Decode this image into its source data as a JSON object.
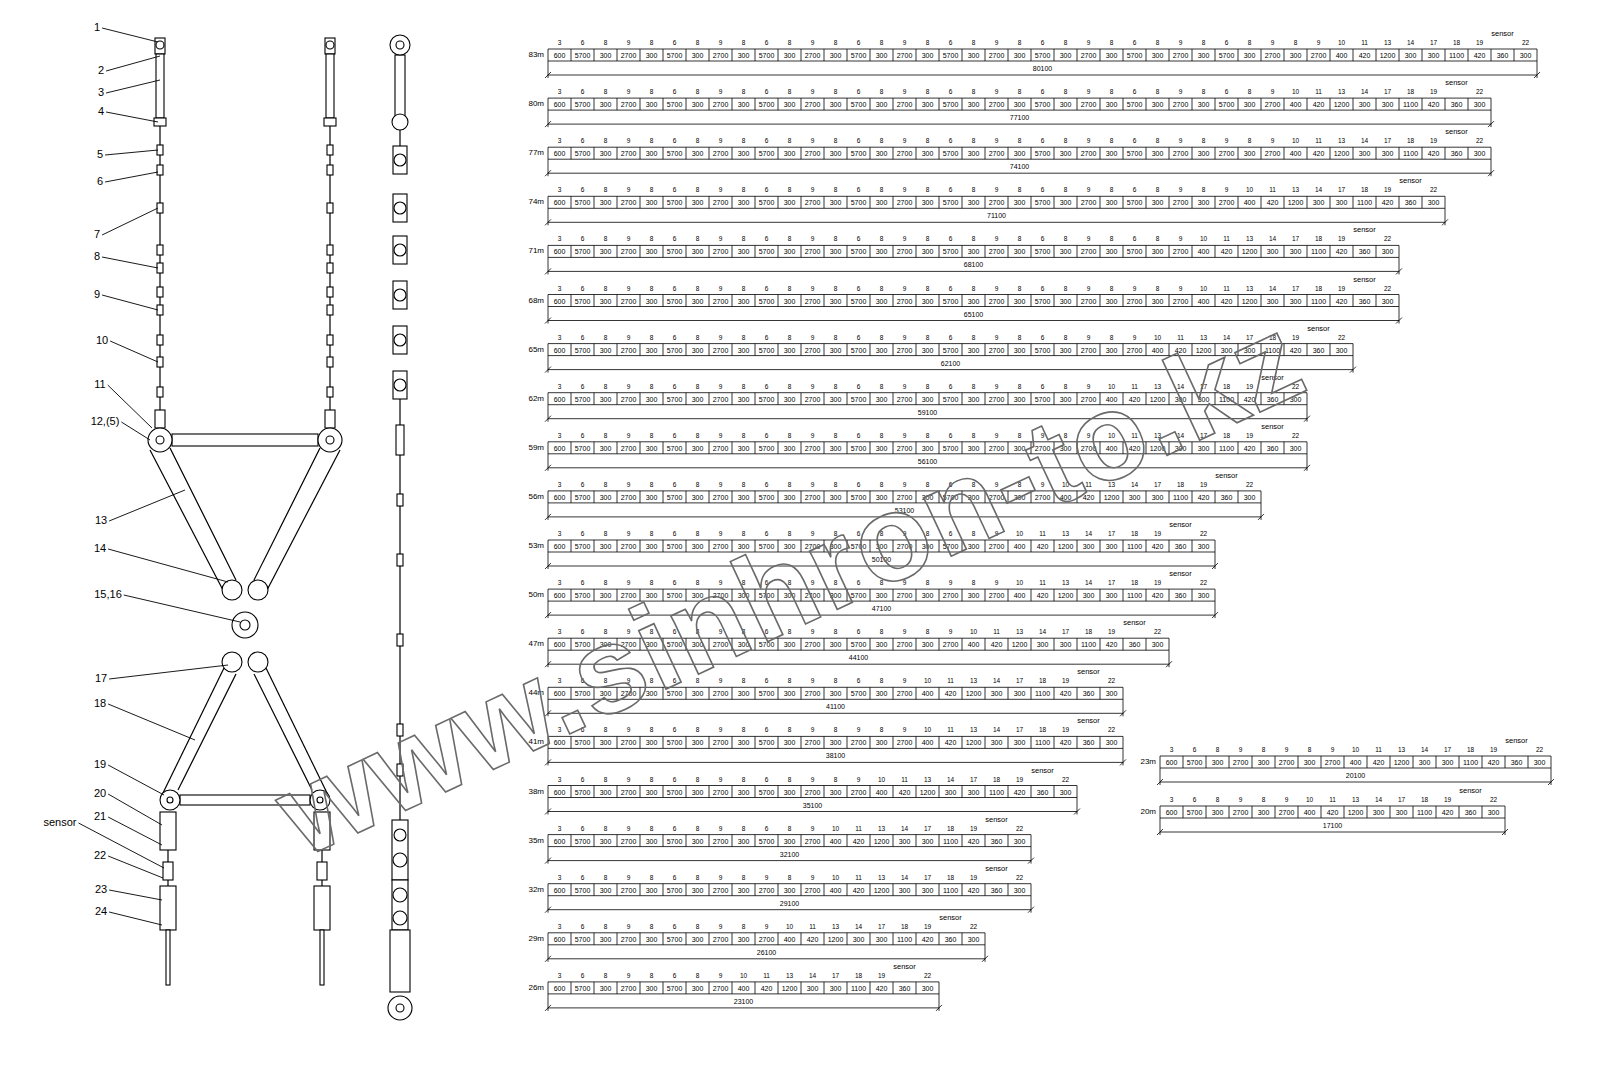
{
  "diagram": {
    "labels": [
      "1",
      "2",
      "3",
      "4",
      "5",
      "6",
      "7",
      "8",
      "9",
      "10",
      "11",
      "12,(5)",
      "13",
      "14",
      "15,16",
      "17",
      "18",
      "19",
      "20",
      "21",
      "sensor",
      "22",
      "23",
      "24",
      "83m",
      "3",
      "600",
      "6",
      "5700",
      "8",
      "300",
      "9",
      "2700",
      "8",
      "300",
      "6",
      "5700",
      "8",
      "300",
      "9",
      "2700",
      "8",
      "300",
      "6",
      "5700",
      "8",
      "300",
      "9",
      "2700",
      "8",
      "300",
      "6",
      "5700",
      "8",
      "300",
      "9",
      "2700",
      "8",
      "300",
      "6",
      "5700",
      "8",
      "300",
      "9",
      "2700",
      "8",
      "300",
      "6",
      "5700",
      "8",
      "300",
      "9",
      "2700",
      "8",
      "300",
      "6",
      "5700",
      "8",
      "300",
      "9",
      "2700",
      "8",
      "300",
      "6",
      "5700",
      "8",
      "300",
      "9",
      "2700",
      "8",
      "300",
      "9",
      "2700",
      "10",
      "400",
      "11",
      "420",
      "13",
      "1200",
      "14",
      "300",
      "17",
      "300",
      "18",
      "1100",
      "19",
      "420",
      "sensor",
      "360",
      "22",
      "300",
      "80100",
      "80m",
      "3",
      "600",
      "6",
      "5700",
      "8",
      "300",
      "9",
      "2700",
      "8",
      "300",
      "6",
      "5700",
      "8",
      "300",
      "9",
      "2700",
      "8",
      "300",
      "6",
      "5700",
      "8",
      "300",
      "9",
      "2700",
      "8",
      "300",
      "6",
      "5700",
      "8",
      "300",
      "9",
      "2700",
      "8",
      "300",
      "6",
      "5700",
      "8",
      "300",
      "9",
      "2700",
      "8",
      "300",
      "6",
      "5700",
      "8",
      "300",
      "9",
      "2700",
      "8",
      "300",
      "6",
      "5700",
      "8",
      "300",
      "9",
      "2700",
      "8",
      "300",
      "6",
      "5700",
      "8",
      "300",
      "9",
      "2700",
      "10",
      "400",
      "11",
      "420",
      "13",
      "1200",
      "14",
      "300",
      "17",
      "300",
      "18",
      "1100",
      "19",
      "420",
      "sensor",
      "360",
      "22",
      "300",
      "77100",
      "77m",
      "3",
      "600",
      "6",
      "5700",
      "8",
      "300",
      "9",
      "2700",
      "8",
      "300",
      "6",
      "5700",
      "8",
      "300",
      "9",
      "2700",
      "8",
      "300",
      "6",
      "5700",
      "8",
      "300",
      "9",
      "2700",
      "8",
      "300",
      "6",
      "5700",
      "8",
      "300",
      "9",
      "2700",
      "8",
      "300",
      "6",
      "5700",
      "8",
      "300",
      "9",
      "2700",
      "8",
      "300",
      "6",
      "5700",
      "8",
      "300",
      "9",
      "2700",
      "8",
      "300",
      "6",
      "5700",
      "8",
      "300",
      "9",
      "2700",
      "8",
      "300",
      "9",
      "2700",
      "8",
      "300",
      "9",
      "2700",
      "10",
      "400",
      "11",
      "420",
      "13",
      "1200",
      "14",
      "300",
      "17",
      "300",
      "18",
      "1100",
      "19",
      "420",
      "sensor",
      "360",
      "22",
      "300",
      "74100",
      "74m",
      "3",
      "600",
      "6",
      "5700",
      "8",
      "300",
      "9",
      "2700",
      "8",
      "300",
      "6",
      "5700",
      "8",
      "300",
      "9",
      "2700",
      "8",
      "300",
      "6",
      "5700",
      "8",
      "300",
      "9",
      "2700",
      "8",
      "300",
      "6",
      "5700",
      "8",
      "300",
      "9",
      "2700",
      "8",
      "300",
      "6",
      "5700",
      "8",
      "300",
      "9",
      "2700",
      "8",
      "300",
      "6",
      "5700",
      "8",
      "300",
      "9",
      "2700",
      "8",
      "300",
      "6",
      "5700",
      "8",
      "300",
      "9",
      "2700",
      "8",
      "300",
      "9",
      "2700",
      "10",
      "400",
      "11",
      "420",
      "13",
      "1200",
      "14",
      "300",
      "17",
      "300",
      "18",
      "1100",
      "19",
      "420",
      "sensor",
      "360",
      "22",
      "300",
      "71100",
      "71m",
      "3",
      "600",
      "6",
      "5700",
      "8",
      "300",
      "9",
      "2700",
      "8",
      "300",
      "6",
      "5700",
      "8",
      "300",
      "9",
      "2700",
      "8",
      "300",
      "6",
      "5700",
      "8",
      "300",
      "9",
      "2700",
      "8",
      "300",
      "6",
      "5700",
      "8",
      "300",
      "9",
      "2700",
      "8",
      "300",
      "6",
      "5700",
      "8",
      "300",
      "9",
      "2700",
      "8",
      "300",
      "6",
      "5700",
      "8",
      "300",
      "9",
      "2700",
      "8",
      "300",
      "6",
      "5700",
      "8",
      "300",
      "9",
      "2700",
      "10",
      "400",
      "11",
      "420",
      "13",
      "1200",
      "14",
      "300",
      "17",
      "300",
      "18",
      "1100",
      "19",
      "420",
      "sensor",
      "360",
      "22",
      "300",
      "68100",
      "68m",
      "3",
      "600",
      "6",
      "5700",
      "8",
      "300",
      "9",
      "2700",
      "8",
      "300",
      "6",
      "5700",
      "8",
      "300",
      "9",
      "2700",
      "8",
      "300",
      "6",
      "5700",
      "8",
      "300",
      "9",
      "2700",
      "8",
      "300",
      "6",
      "5700",
      "8",
      "300",
      "9",
      "2700",
      "8",
      "300",
      "6",
      "5700",
      "8",
      "300",
      "9",
      "2700",
      "8",
      "300",
      "6",
      "5700",
      "8",
      "300",
      "9",
      "2700",
      "8",
      "300",
      "9",
      "2700",
      "8",
      "300",
      "9",
      "2700",
      "10",
      "400",
      "11",
      "420",
      "13",
      "1200",
      "14",
      "300",
      "17",
      "300",
      "18",
      "1100",
      "19",
      "420",
      "sensor",
      "360",
      "22",
      "300",
      "65100",
      "65m",
      "3",
      "600",
      "6",
      "5700",
      "8",
      "300",
      "9",
      "2700",
      "8",
      "300",
      "6",
      "5700",
      "8",
      "300",
      "9",
      "2700",
      "8",
      "300",
      "6",
      "5700",
      "8",
      "300",
      "9",
      "2700",
      "8",
      "300",
      "6",
      "5700",
      "8",
      "300",
      "9",
      "2700",
      "8",
      "300",
      "6",
      "5700",
      "8",
      "300",
      "9",
      "2700",
      "8",
      "300",
      "6",
      "5700",
      "8",
      "300",
      "9",
      "2700",
      "8",
      "300",
      "9",
      "2700",
      "10",
      "400",
      "11",
      "420",
      "13",
      "1200",
      "14",
      "300",
      "17",
      "300",
      "18",
      "1100",
      "19",
      "420",
      "sensor",
      "360",
      "22",
      "300",
      "62100",
      "62m",
      "3",
      "600",
      "6",
      "5700",
      "8",
      "300",
      "9",
      "2700",
      "8",
      "300",
      "6",
      "5700",
      "8",
      "300",
      "9",
      "2700",
      "8",
      "300",
      "6",
      "5700",
      "8",
      "300",
      "9",
      "2700",
      "8",
      "300",
      "6",
      "5700",
      "8",
      "300",
      "9",
      "2700",
      "8",
      "300",
      "6",
      "5700",
      "8",
      "300",
      "9",
      "2700",
      "8",
      "300",
      "6",
      "5700",
      "8",
      "300",
      "9",
      "2700",
      "10",
      "400",
      "11",
      "420",
      "13",
      "1200",
      "14",
      "300",
      "17",
      "300",
      "18",
      "1100",
      "19",
      "420",
      "sensor",
      "360",
      "22",
      "300",
      "59100",
      "59m",
      "3",
      "600",
      "6",
      "5700",
      "8",
      "300",
      "9",
      "2700",
      "8",
      "300",
      "6",
      "5700",
      "8",
      "300",
      "9",
      "2700",
      "8",
      "300",
      "6",
      "5700",
      "8",
      "300",
      "9",
      "2700",
      "8",
      "300",
      "6",
      "5700",
      "8",
      "300",
      "9",
      "2700",
      "8",
      "300",
      "6",
      "5700",
      "8",
      "300",
      "9",
      "2700",
      "8",
      "300",
      "9",
      "2700",
      "8",
      "300",
      "9",
      "2700",
      "10",
      "400",
      "11",
      "420",
      "13",
      "1200",
      "14",
      "300",
      "17",
      "300",
      "18",
      "1100",
      "19",
      "420",
      "sensor",
      "360",
      "22",
      "300",
      "56100",
      "56m",
      "3",
      "600",
      "6",
      "5700",
      "8",
      "300",
      "9",
      "2700",
      "8",
      "300",
      "6",
      "5700",
      "8",
      "300",
      "9",
      "2700",
      "8",
      "300",
      "6",
      "5700",
      "8",
      "300",
      "9",
      "2700",
      "8",
      "300",
      "6",
      "5700",
      "8",
      "300",
      "9",
      "2700",
      "8",
      "300",
      "6",
      "5700",
      "8",
      "300",
      "9",
      "2700",
      "8",
      "300",
      "9",
      "2700",
      "10",
      "400",
      "11",
      "420",
      "13",
      "1200",
      "14",
      "300",
      "17",
      "300",
      "18",
      "1100",
      "19",
      "420",
      "sensor",
      "360",
      "22",
      "300",
      "53100",
      "53m",
      "3",
      "600",
      "6",
      "5700",
      "8",
      "300",
      "9",
      "2700",
      "8",
      "300",
      "6",
      "5700",
      "8",
      "300",
      "9",
      "2700",
      "8",
      "300",
      "6",
      "5700",
      "8",
      "300",
      "9",
      "2700",
      "8",
      "300",
      "6",
      "5700",
      "8",
      "300",
      "9",
      "2700",
      "8",
      "300",
      "6",
      "5700",
      "8",
      "300",
      "9",
      "2700",
      "10",
      "400",
      "11",
      "420",
      "13",
      "1200",
      "14",
      "300",
      "17",
      "300",
      "18",
      "1100",
      "19",
      "420",
      "sensor",
      "360",
      "22",
      "300",
      "50100",
      "50m",
      "3",
      "600",
      "6",
      "5700",
      "8",
      "300",
      "9",
      "2700",
      "8",
      "300",
      "6",
      "5700",
      "8",
      "300",
      "9",
      "2700",
      "8",
      "300",
      "6",
      "5700",
      "8",
      "300",
      "9",
      "2700",
      "8",
      "300",
      "6",
      "5700",
      "8",
      "300",
      "9",
      "2700",
      "8",
      "300",
      "9",
      "2700",
      "8",
      "300",
      "9",
      "2700",
      "10",
      "400",
      "11",
      "420",
      "13",
      "1200",
      "14",
      "300",
      "17",
      "300",
      "18",
      "1100",
      "19",
      "420",
      "sensor",
      "360",
      "22",
      "300",
      "47100",
      "47m",
      "3",
      "600",
      "6",
      "5700",
      "8",
      "300",
      "9",
      "2700",
      "8",
      "300",
      "6",
      "5700",
      "8",
      "300",
      "9",
      "2700",
      "8",
      "300",
      "6",
      "5700",
      "8",
      "300",
      "9",
      "2700",
      "8",
      "300",
      "6",
      "5700",
      "8",
      "300",
      "9",
      "2700",
      "8",
      "300",
      "9",
      "2700",
      "10",
      "400",
      "11",
      "420",
      "13",
      "1200",
      "14",
      "300",
      "17",
      "300",
      "18",
      "1100",
      "19",
      "420",
      "sensor",
      "360",
      "22",
      "300",
      "44100",
      "44m",
      "3",
      "600",
      "6",
      "5700",
      "8",
      "300",
      "9",
      "2700",
      "8",
      "300",
      "6",
      "5700",
      "8",
      "300",
      "9",
      "2700",
      "8",
      "300",
      "6",
      "5700",
      "8",
      "300",
      "9",
      "2700",
      "8",
      "300",
      "6",
      "5700",
      "8",
      "300",
      "9",
      "2700",
      "10",
      "400",
      "11",
      "420",
      "13",
      "1200",
      "14",
      "300",
      "17",
      "300",
      "18",
      "1100",
      "19",
      "420",
      "sensor",
      "360",
      "22",
      "300",
      "41100",
      "41m",
      "3",
      "600",
      "6",
      "5700",
      "8",
      "300",
      "9",
      "2700",
      "8",
      "300",
      "6",
      "5700",
      "8",
      "300",
      "9",
      "2700",
      "8",
      "300",
      "6",
      "5700",
      "8",
      "300",
      "9",
      "2700",
      "8",
      "300",
      "9",
      "2700",
      "8",
      "300",
      "9",
      "2700",
      "10",
      "400",
      "11",
      "420",
      "13",
      "1200",
      "14",
      "300",
      "17",
      "300",
      "18",
      "1100",
      "19",
      "420",
      "sensor",
      "360",
      "22",
      "300",
      "38100",
      "38m",
      "3",
      "600",
      "6",
      "5700",
      "8",
      "300",
      "9",
      "2700",
      "8",
      "300",
      "6",
      "5700",
      "8",
      "300",
      "9",
      "2700",
      "8",
      "300",
      "6",
      "5700",
      "8",
      "300",
      "9",
      "2700",
      "8",
      "300",
      "9",
      "2700",
      "10",
      "400",
      "11",
      "420",
      "13",
      "1200",
      "14",
      "300",
      "17",
      "300",
      "18",
      "1100",
      "19",
      "420",
      "sensor",
      "360",
      "22",
      "300",
      "35100",
      "35m",
      "3",
      "600",
      "6",
      "5700",
      "8",
      "300",
      "9",
      "2700",
      "8",
      "300",
      "6",
      "5700",
      "8",
      "300",
      "9",
      "2700",
      "8",
      "300",
      "6",
      "5700",
      "8",
      "300",
      "9",
      "2700",
      "10",
      "400",
      "11",
      "420",
      "13",
      "1200",
      "14",
      "300",
      "17",
      "300",
      "18",
      "1100",
      "19",
      "420",
      "sensor",
      "360",
      "22",
      "300",
      "32100",
      "32m",
      "3",
      "600",
      "6",
      "5700",
      "8",
      "300",
      "9",
      "2700",
      "8",
      "300",
      "6",
      "5700",
      "8",
      "300",
      "9",
      "2700",
      "8",
      "300",
      "9",
      "2700",
      "8",
      "300",
      "9",
      "2700",
      "10",
      "400",
      "11",
      "420",
      "13",
      "1200",
      "14",
      "300",
      "17",
      "300",
      "18",
      "1100",
      "19",
      "420",
      "sensor",
      "360",
      "22",
      "300",
      "29100",
      "29m",
      "3",
      "600",
      "6",
      "5700",
      "8",
      "300",
      "9",
      "2700",
      "8",
      "300",
      "6",
      "5700",
      "8",
      "300",
      "9",
      "2700",
      "8",
      "300",
      "9",
      "2700",
      "10",
      "400",
      "11",
      "420",
      "13",
      "1200",
      "14",
      "300",
      "17",
      "300",
      "18",
      "1100",
      "19",
      "420",
      "sensor",
      "360",
      "22",
      "300",
      "26100",
      "26m",
      "3",
      "600",
      "6",
      "5700",
      "8",
      "300",
      "9",
      "2700",
      "8",
      "300",
      "6",
      "5700",
      "8",
      "300",
      "9",
      "2700",
      "10",
      "400",
      "11",
      "420",
      "13",
      "1200",
      "14",
      "300",
      "17",
      "300",
      "18",
      "1100",
      "19",
      "420",
      "sensor",
      "360",
      "22",
      "300",
      "23100",
      "23m",
      "3",
      "600",
      "6",
      "5700",
      "8",
      "300",
      "9",
      "2700",
      "8",
      "300",
      "9",
      "2700",
      "8",
      "300",
      "9",
      "2700",
      "10",
      "400",
      "11",
      "420",
      "13",
      "1200",
      "14",
      "300",
      "17",
      "300",
      "18",
      "1100",
      "19",
      "420",
      "sensor",
      "360",
      "22",
      "300",
      "20100",
      "20m",
      "3",
      "600",
      "6",
      "5700",
      "8",
      "300",
      "9",
      "2700",
      "8",
      "300",
      "9",
      "2700",
      "10",
      "400",
      "11",
      "420",
      "13",
      "1200",
      "14",
      "300",
      "17",
      "300",
      "18",
      "1100",
      "19",
      "420",
      "sensor",
      "360",
      "22",
      "300",
      "17100",
      "www.sinhron-to.kz"
    ]
  }
}
